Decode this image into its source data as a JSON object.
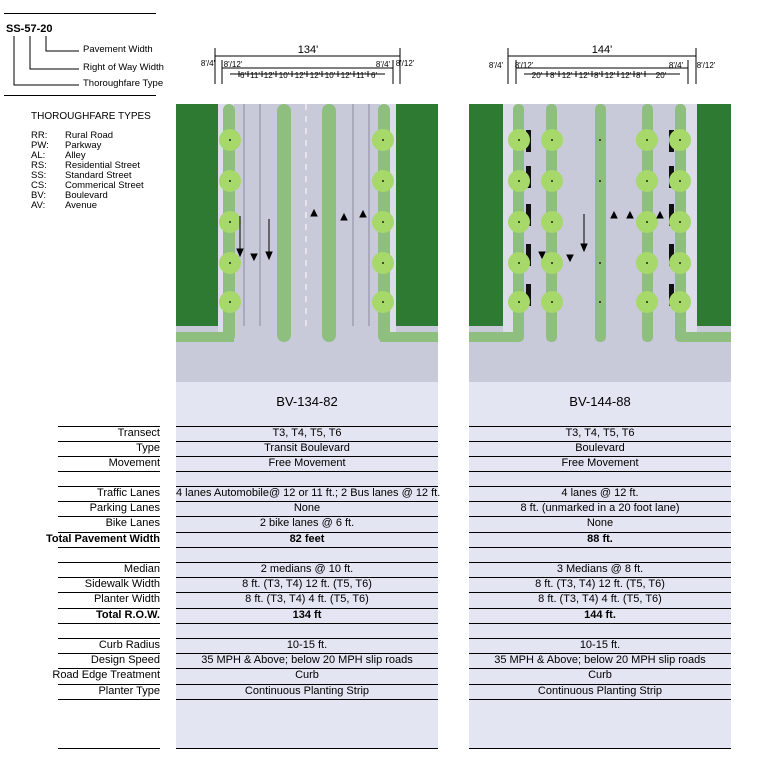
{
  "legend": {
    "code": "SS-57-20",
    "labels": [
      "Pavement Width",
      "Right of Way Width",
      "Thoroughfare Type"
    ]
  },
  "types": {
    "title": "THOROUGHFARE TYPES",
    "items": [
      {
        "abbr": "RR:",
        "name": "Rural Road"
      },
      {
        "abbr": "PW:",
        "name": "Parkway"
      },
      {
        "abbr": "AL:",
        "name": "Alley"
      },
      {
        "abbr": "RS:",
        "name": "Residential Street"
      },
      {
        "abbr": "SS:",
        "name": "Standard Street"
      },
      {
        "abbr": "CS:",
        "name": "Commerical Street"
      },
      {
        "abbr": "BV:",
        "name": "Boulevard"
      },
      {
        "abbr": "AV:",
        "name": "Avenue"
      }
    ]
  },
  "row_labels": [
    "Transect",
    "Type",
    "Movement",
    "Traffic Lanes",
    "Parking Lanes",
    "Bike Lanes",
    "Total Pavement Width",
    "Median",
    "Sidewalk Width",
    "Planter Width",
    "Total R.O.W.",
    "Curb Radius",
    "Design Speed",
    "Road Edge Treatment",
    "Planter Type"
  ],
  "sections": [
    {
      "code": "BV-134-82",
      "total_width": "134'",
      "dims": [
        "8'/4'",
        "8'/12'",
        "6'",
        "11'",
        "12'",
        "10'",
        "12'",
        "12'",
        "10'",
        "12'",
        "11'",
        "6'",
        "8'/4'",
        "8'/12'"
      ],
      "values": [
        "T3, T4, T5, T6",
        "Transit Boulevard",
        "Free Movement",
        "4 lanes Automobile@ 12 or 11 ft.; 2 Bus lanes @ 12 ft.",
        "None",
        "2 bike lanes @ 6 ft.",
        "82 feet",
        "2 medians @ 10 ft.",
        "8 ft. (T3, T4) 12 ft. (T5, T6)",
        "8 ft. (T3, T4) 4 ft. (T5, T6)",
        "134 ft",
        "10-15 ft.",
        "35 MPH & Above; below 20 MPH slip roads",
        "Curb",
        "Continuous Planting Strip"
      ]
    },
    {
      "code": "BV-144-88",
      "total_width": "144'",
      "dims": [
        "8'/4'",
        "8'/12'",
        "20'",
        "8'",
        "12'",
        "12'",
        "8'",
        "12'",
        "12'",
        "8'",
        "20'",
        "8'/4'",
        "8'/12'"
      ],
      "values": [
        "T3, T4, T5, T6",
        "Boulevard",
        "Free Movement",
        "4 lanes @ 12 ft.",
        "8 ft. (unmarked in a 20 foot lane)",
        "None",
        "88 ft.",
        "3 Medians @ 8 ft.",
        "8 ft. (T3, T4) 12 ft. (T5, T6)",
        "8 ft. (T3, T4) 4 ft. (T5, T6)",
        "144 ft.",
        "10-15 ft.",
        "35 MPH & Above; below 20 MPH slip roads",
        "Curb",
        "Continuous Planting Strip"
      ]
    }
  ],
  "colors": {
    "building": "#2f7a33",
    "planter": "#8fbf7f",
    "tree": "#a6d86a",
    "road": "#c8c9d9",
    "sidewalk": "#dcdde8",
    "panel": "#e3e5f2",
    "parked_car": "#111111"
  }
}
